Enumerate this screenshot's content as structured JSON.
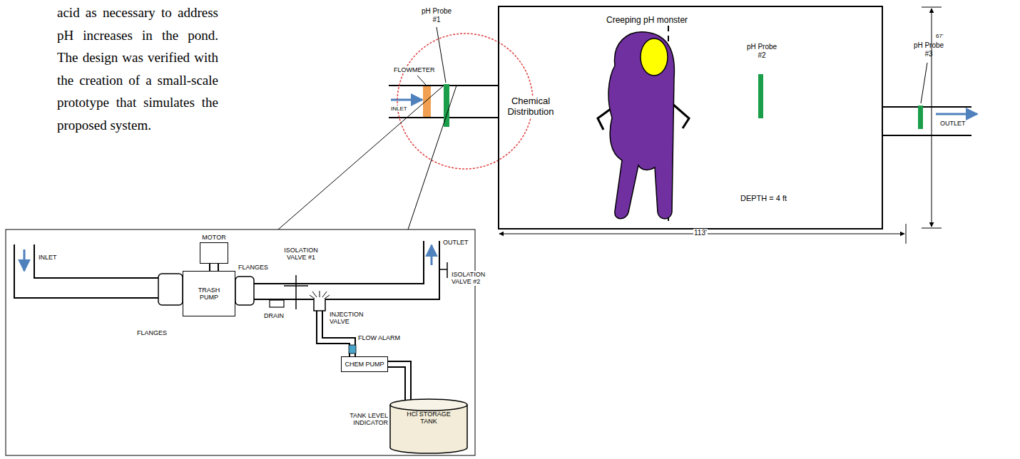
{
  "diagram": {
    "nodes": [
      {
        "text": [
          "Chemical Distribution",
          "Creeping pH monster",
          "pH Probe #2",
          "DEPTH = 4 ft"
        ]
      },
      {
        "text": [
          "MOTOR"
        ]
      },
      {
        "text": [
          "TRASH PUMP"
        ]
      },
      {
        "text": [
          "CHEM PUMP"
        ]
      },
      {
        "text": [
          "HCl STORAGE TANK"
        ]
      }
    ],
    "edges": [
      {
        "from": 1,
        "to": 2,
        "arrow": "none"
      },
      {
        "from": 3,
        "to": 4,
        "arrow": "none"
      }
    ],
    "labels": [
      "acid as necessary to address pH increases in the pond. The design was verified with the creation of a small-scale prototype that simulates the proposed system.",
      "pH Probe #1",
      "FLOWMETER",
      "INLET",
      "pH Probe #3",
      "OUTLET",
      "67'",
      "113'",
      "INLET",
      "OUTLET",
      "ISOLATION VALVE #1",
      "ISOLATION VALVE #2",
      "FLANGES",
      "FLANGES",
      "DRAIN",
      "INJECTION VALVE",
      "FLOW ALARM",
      "TANK LEVEL INDICATOR"
    ]
  }
}
